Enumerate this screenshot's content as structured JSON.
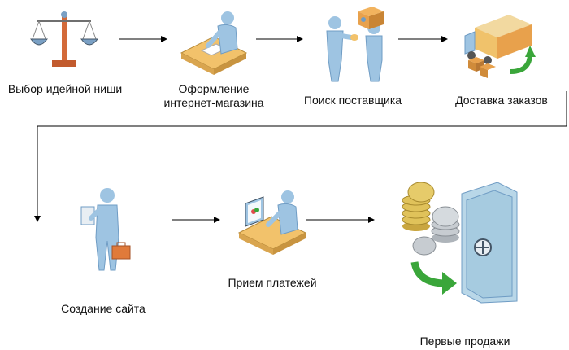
{
  "diagram": {
    "steps": [
      {
        "id": "niche",
        "label": "Выбор идейной ниши",
        "icon": "scales-icon"
      },
      {
        "id": "store",
        "label": "Оформление\nинтернет-магазина",
        "icon": "person-at-desk-icon"
      },
      {
        "id": "search",
        "label": "Поиск поставщика",
        "icon": "handshake-with-boxes-icon"
      },
      {
        "id": "delivery",
        "label": "Доставка заказов",
        "icon": "delivery-truck-icon"
      },
      {
        "id": "site",
        "label": "Создание сайта",
        "icon": "person-with-briefcase-icon"
      },
      {
        "id": "payments",
        "label": "Прием платежей",
        "icon": "person-at-computer-icon"
      },
      {
        "id": "sales",
        "label": "Первые продажи",
        "icon": "coins-and-safe-icon"
      }
    ],
    "colors": {
      "person": "#9ec4e2",
      "person_dark": "#6f9cc4",
      "desk": "#f2c26b",
      "box": "#e8a14c",
      "green_arrow": "#3aa63a",
      "safe": "#b9d7e8",
      "coin_gold": "#e0c25a",
      "coin_silver": "#c7ccd1",
      "arrow_line": "#000000"
    }
  }
}
